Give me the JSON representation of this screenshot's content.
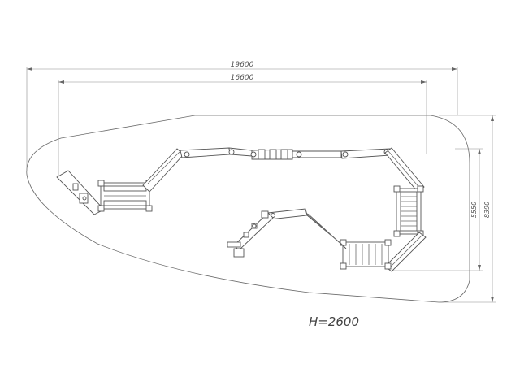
{
  "dimensions": {
    "overall_length": "19600",
    "structure_length": "16600",
    "overall_width": "8390",
    "structure_width": "5550"
  },
  "height_label": "H=2600"
}
